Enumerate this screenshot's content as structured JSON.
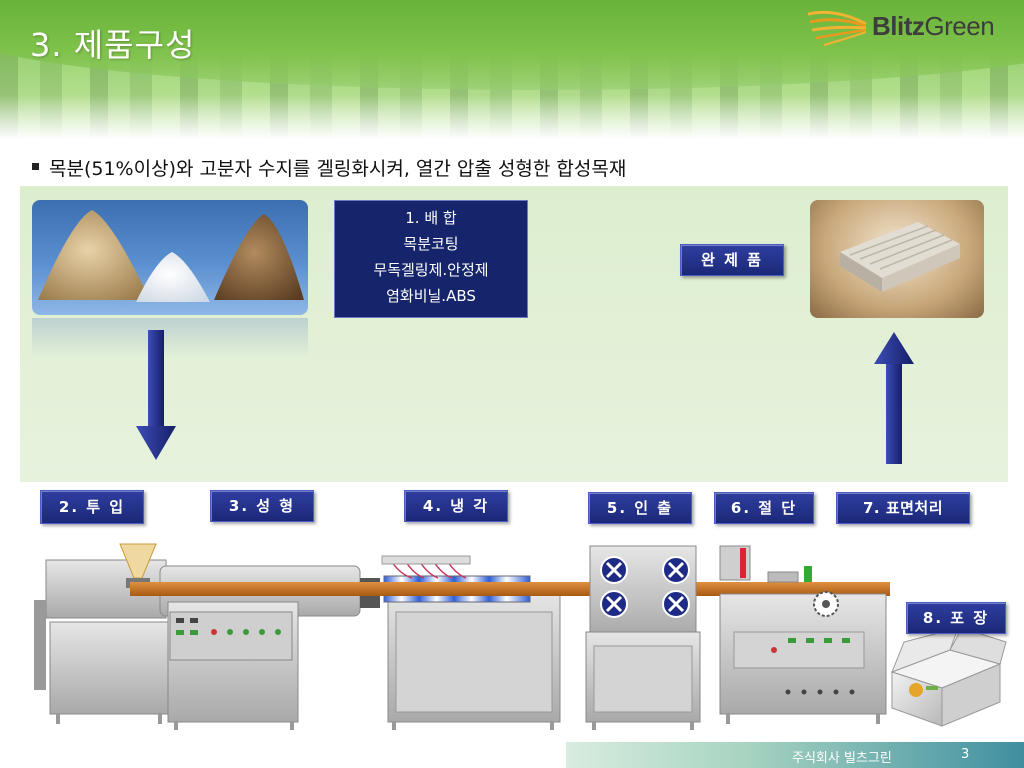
{
  "header": {
    "title": "3. 제품구성",
    "logo_text_bold": "Blitz",
    "logo_text_rest": "Green"
  },
  "bullet": {
    "text": "목분(51%이상)와 고분자 수지를 겔링화시켜, 열간 압출 성형한 합성목재"
  },
  "recipe": {
    "line1": "1. 배 합",
    "line2": "목분코팅",
    "line3": "무독겔링제.안정제",
    "line4": "염화비닐.ABS"
  },
  "labels": {
    "finished": "완 제 품",
    "step2": "2. 투 입",
    "step3": "3. 성 형",
    "step4": "4. 냉 각",
    "step5": "5. 인 출",
    "step6": "6. 절 단",
    "step7": "7. 표면처리",
    "step8": "8. 포 장"
  },
  "footer": {
    "company": "주식회사 빌츠그린",
    "page": "3"
  },
  "colors": {
    "header_green": "#6ab33c",
    "tag_blue": "#1b2878",
    "panel_green": "#e3f0d8",
    "wood_bar": "#c8701f"
  }
}
